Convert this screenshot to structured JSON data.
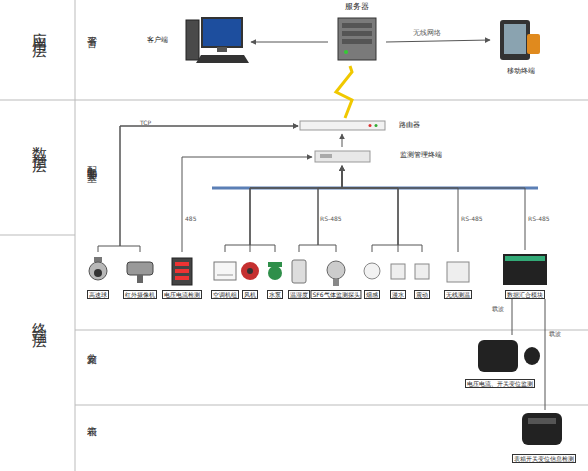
{
  "diagram": {
    "nodes": [
      {
        "text": [
          "服务器"
        ]
      },
      {
        "text": [
          "客户端"
        ]
      },
      {
        "text": [
          "移动终端"
        ]
      },
      {
        "text": [
          "路由器"
        ]
      },
      {
        "text": [
          "监测管理终端"
        ]
      },
      {
        "text": [
          "高速球"
        ]
      },
      {
        "text": [
          "红外摄像机"
        ]
      },
      {
        "text": [
          "电压电流检测"
        ]
      },
      {
        "text": [
          "空调机组"
        ]
      },
      {
        "text": [
          "风机"
        ]
      },
      {
        "text": [
          "水泵"
        ]
      },
      {
        "text": [
          "温湿度"
        ]
      },
      {
        "text": [
          "SF6气体监测探头"
        ]
      },
      {
        "text": [
          "烟感"
        ]
      },
      {
        "text": [
          "漫水"
        ]
      },
      {
        "text": [
          "震动"
        ]
      },
      {
        "text": [
          "无线测温"
        ]
      },
      {
        "text": [
          "数据汇合模块"
        ]
      },
      {
        "text": [
          "电压电流、开关变位监测"
        ]
      },
      {
        "text": [
          "表箱开关变位信息检测"
        ]
      }
    ],
    "edges": [
      {
        "from": 0,
        "to": 1,
        "arrow": "to"
      },
      {
        "from": 0,
        "to": 2,
        "label": "无线网络",
        "arrow": "to"
      },
      {
        "from": 3,
        "to": 0,
        "arrow": "none"
      },
      {
        "from": 4,
        "to": 3,
        "arrow": "to"
      },
      {
        "from": 5,
        "to": 3,
        "label": "TCP",
        "arrow": "to"
      },
      {
        "from": 6,
        "to": 3,
        "arrow": "to"
      },
      {
        "from": 7,
        "to": 4,
        "label": "485",
        "arrow": "to"
      },
      {
        "from": 8,
        "to": 4,
        "arrow": "to"
      },
      {
        "from": 9,
        "to": 4,
        "arrow": "to"
      },
      {
        "from": 10,
        "to": 4,
        "arrow": "to"
      },
      {
        "from": 11,
        "to": 4,
        "label": "RS-485",
        "arrow": "to"
      },
      {
        "from": 12,
        "to": 4,
        "arrow": "to"
      },
      {
        "from": 13,
        "to": 4,
        "arrow": "to"
      },
      {
        "from": 14,
        "to": 4,
        "arrow": "to"
      },
      {
        "from": 15,
        "to": 4,
        "arrow": "to"
      },
      {
        "from": 16,
        "to": 4,
        "label": "RS-485",
        "arrow": "to"
      },
      {
        "from": 17,
        "to": 4,
        "label": "RS-485",
        "arrow": "to"
      },
      {
        "from": 17,
        "to": 18,
        "label": "载波",
        "arrow": "none"
      },
      {
        "from": 17,
        "to": 19,
        "label": "载波",
        "arrow": "none"
      }
    ],
    "labels": [
      "应用层",
      "数据层",
      "终端层",
      "省平台",
      "配电室和开关室",
      "分支箱",
      "表箱"
    ]
  }
}
